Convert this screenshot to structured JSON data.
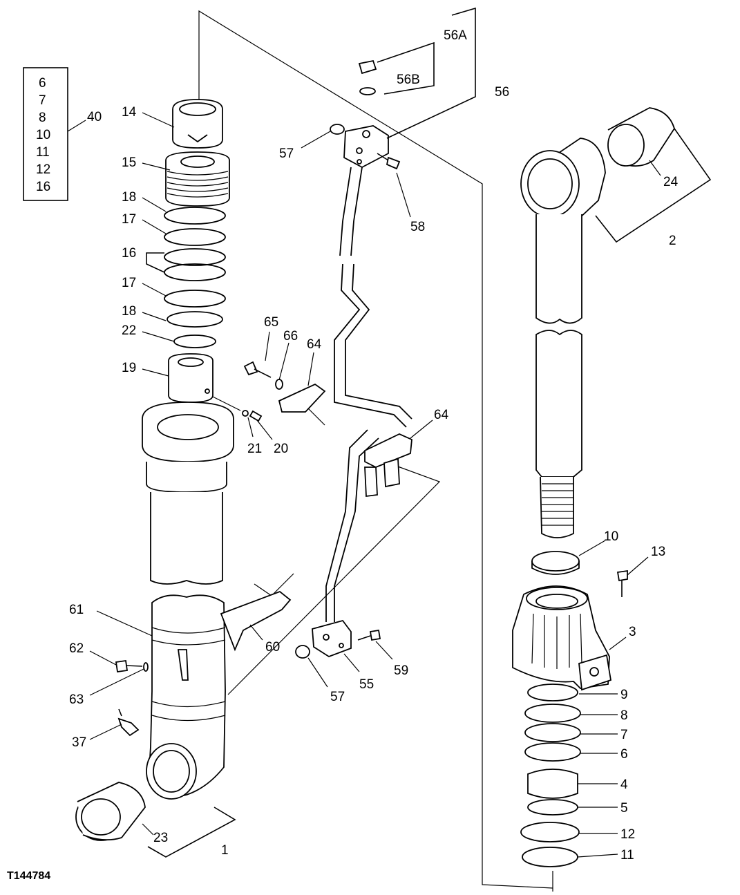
{
  "figure_id": "T144784",
  "kit_box": {
    "items": [
      "6",
      "7",
      "8",
      "10",
      "11",
      "12",
      "16"
    ],
    "kit_label": "40"
  },
  "callouts": {
    "c14": "14",
    "c15": "15",
    "c18a": "18",
    "c17a": "17",
    "c16": "16",
    "c17b": "17",
    "c18b": "18",
    "c22": "22",
    "c19": "19",
    "c21": "21",
    "c20": "20",
    "c65": "65",
    "c66": "66",
    "c64a": "64",
    "c64b": "64",
    "c56A": "56A",
    "c56B": "56B",
    "c56": "56",
    "c57a": "57",
    "c58": "58",
    "c24": "24",
    "c2": "2",
    "c10": "10",
    "c13": "13",
    "c3": "3",
    "c9": "9",
    "c8": "8",
    "c7": "7",
    "c6": "6",
    "c4": "4",
    "c5": "5",
    "c12": "12",
    "c11": "11",
    "c61": "61",
    "c60": "60",
    "c62": "62",
    "c63": "63",
    "c37": "37",
    "c23": "23",
    "c1": "1",
    "c57b": "57",
    "c55": "55",
    "c59": "59"
  }
}
